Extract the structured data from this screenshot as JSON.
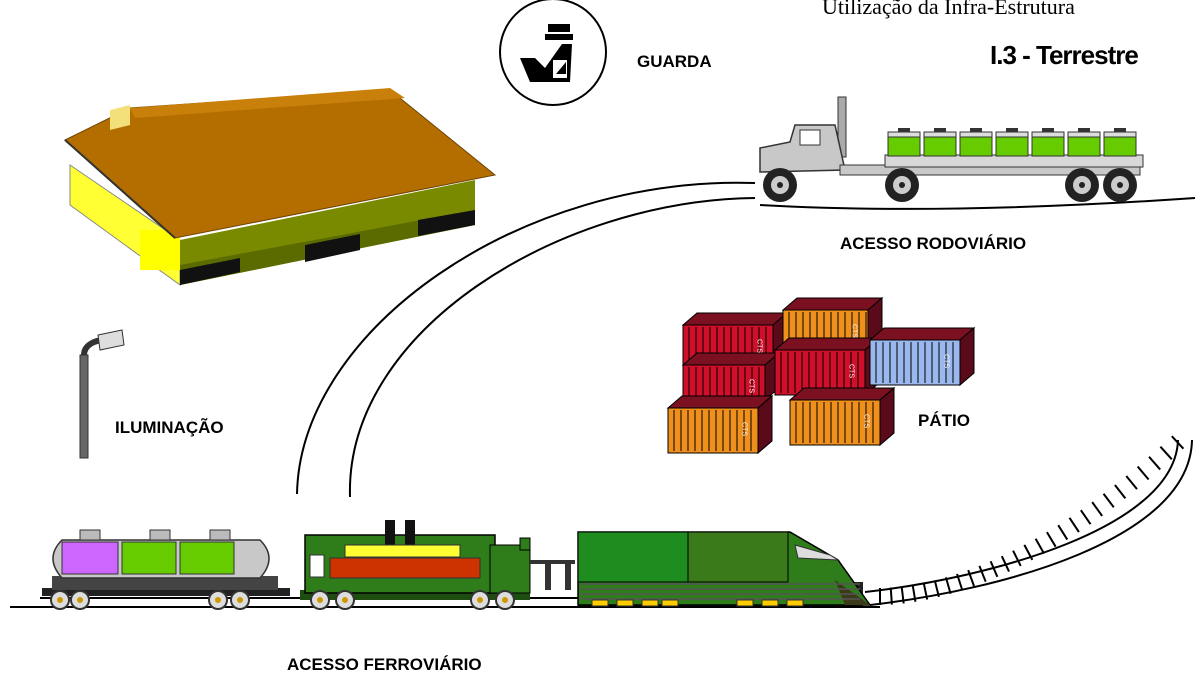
{
  "header": {
    "title": "Utilização da Infra-Estrutura",
    "section": "I.3 - Terrestre"
  },
  "labels": {
    "guard": "GUARDA",
    "road_access": "ACESSO RODOVIÁRIO",
    "yard": "PÁTIO",
    "lighting": "ILUMINAÇÃO",
    "rail_access": "ACESSO FERROVIÁRIO"
  },
  "container_marking": "CTS",
  "colors": {
    "warehouse_roof": "#b46e00",
    "warehouse_wall": "#ffff33",
    "truck_cargo": "#66cc00",
    "container_red": "#d0102a",
    "container_orange": "#f0901c",
    "container_blue": "#9ab8ee",
    "locomotive_green": "#2e7d1a"
  },
  "icons": [
    "guard-icon",
    "warehouse-icon",
    "truck-icon",
    "lamp-post-icon",
    "container-stack-icon",
    "train-icon"
  ]
}
